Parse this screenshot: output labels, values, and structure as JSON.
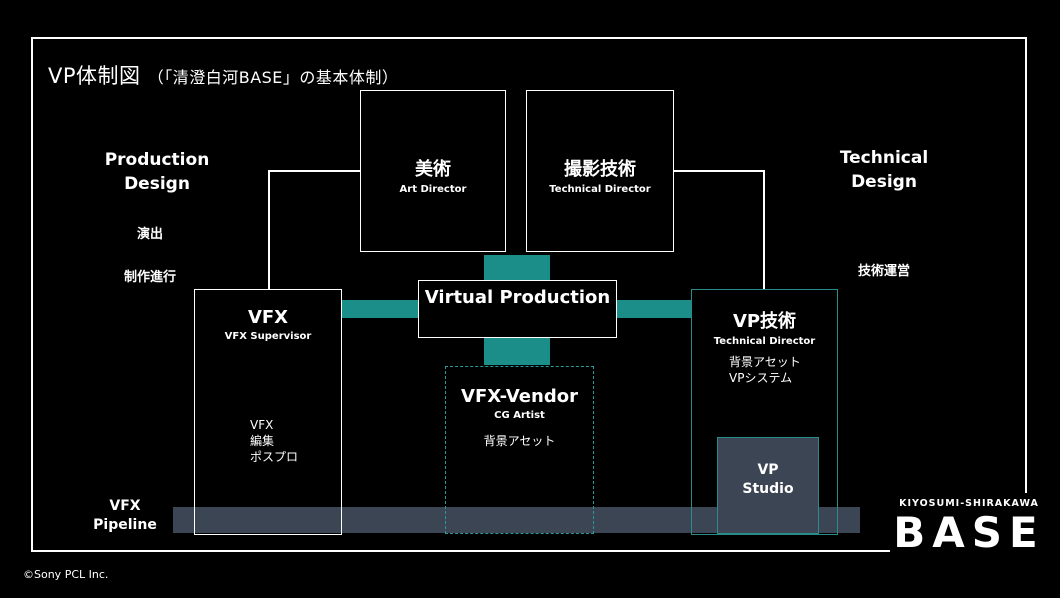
{
  "title": {
    "main": "VP体制図",
    "sub": "（「清澄白河BASE」の基本体制）"
  },
  "left_column": {
    "heading": "Production\nDesign",
    "items": [
      "演出",
      "制作進行"
    ]
  },
  "right_column": {
    "heading": "Technical\nDesign",
    "items": [
      "技術運営"
    ]
  },
  "nodes": {
    "art": {
      "title": "美術",
      "role": "Art Director"
    },
    "camera": {
      "title": "撮影技術",
      "role": "Technical Director"
    },
    "vp": {
      "title": "Virtual Production"
    },
    "vfx": {
      "title": "VFX",
      "role": "VFX Supervisor",
      "notes": [
        "VFX",
        "編集",
        "ポスプロ"
      ]
    },
    "vendor": {
      "title": "VFX-Vendor",
      "role": "CG Artist",
      "notes": [
        "背景アセット"
      ]
    },
    "vptech": {
      "title": "VP技術",
      "role": "Technical Director",
      "notes": [
        "背景アセット",
        "VPシステム"
      ]
    },
    "studio": {
      "title": "VP\nStudio"
    }
  },
  "pipeline": {
    "label": "VFX\nPipeline"
  },
  "logo": {
    "top": "KIYOSUMI-SHIRAKAWA",
    "main": "BASE"
  },
  "copyright": "©Sony PCL Inc.",
  "colors": {
    "teal": "#1b8e8a",
    "pipeline": "#3b4553",
    "background": "#000000"
  }
}
